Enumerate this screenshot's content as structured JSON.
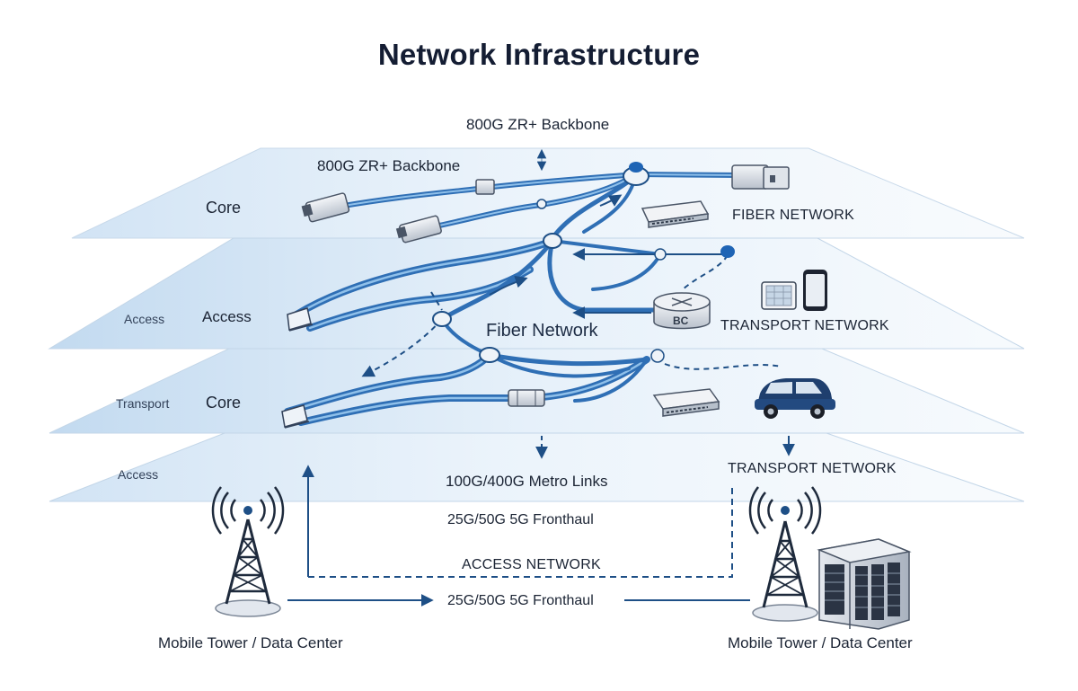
{
  "title": "Network Infrastructure",
  "labels": {
    "backbone_top": "800G ZR+ Backbone",
    "backbone_mid": "800G ZR+ Backbone",
    "core_layer": "Core",
    "fiber_network_caps": "FIBER NETWORK",
    "access_left_small": "Access",
    "access_left": "Access",
    "fiber_network": "Fiber Network",
    "transport_network_1": "TRANSPORT NETWORK",
    "transport_left_small": "Transport",
    "core_left": "Core",
    "bc_badge": "BC",
    "access_bottom_small": "Access",
    "metro_links": "100G/400G Metro Links",
    "transport_network_2": "TRANSPORT NETWORK",
    "fronthaul_upper": "25G/50G 5G Fronthaul",
    "access_network": "ACCESS NETWORK",
    "fronthaul_lower": "25G/50G 5G Fronthaul",
    "tower_left_caption": "Mobile Tower / Data Center",
    "tower_right_caption": "Mobile Tower / Data Center"
  },
  "colors": {
    "fiber": "#2f6fb5",
    "fiber_highlight": "#8fc0ea",
    "arrow": "#1e4f86",
    "plane_fill": "#dbeaf7",
    "plane_edge": "#c3d6e8",
    "device": "#5b6678"
  },
  "icons": [
    "transceiver-icon",
    "switch-icon",
    "router-icon",
    "node-icon",
    "tablet-icon",
    "phone-icon",
    "car-icon",
    "cell-tower-icon",
    "data-center-icon",
    "dome-antenna-icon"
  ]
}
